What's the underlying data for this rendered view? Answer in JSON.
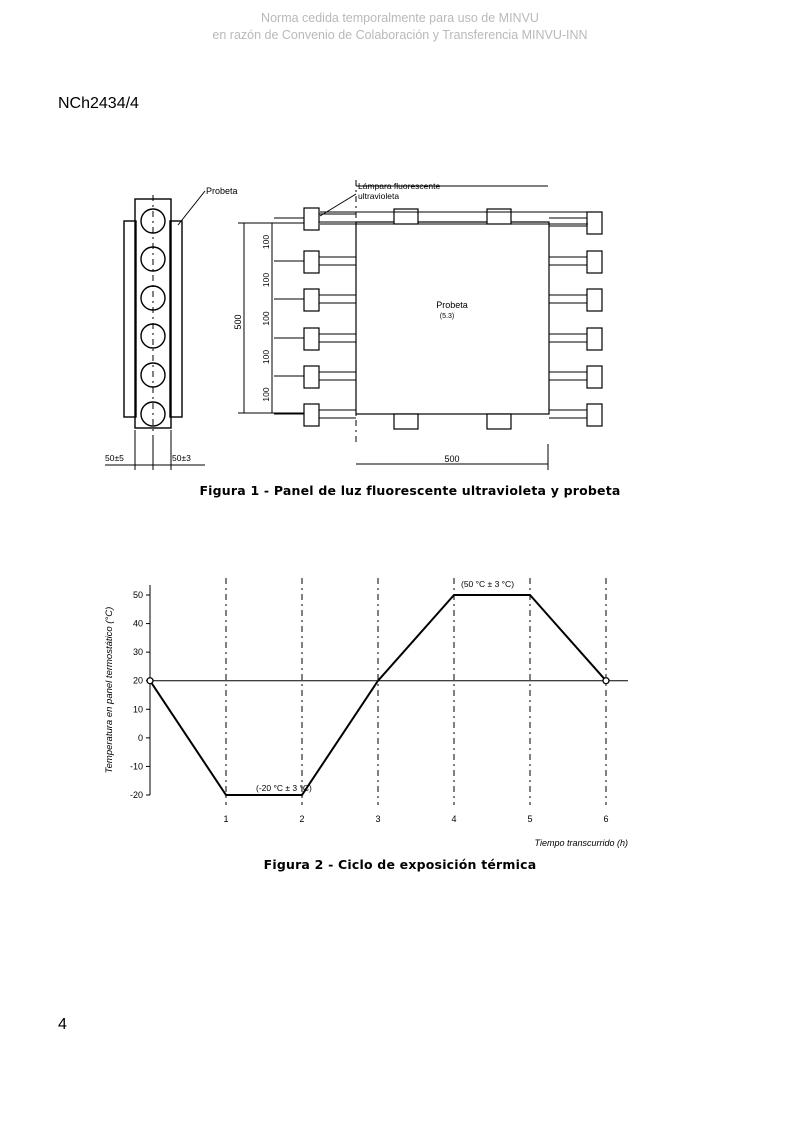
{
  "watermark": {
    "line1": "Norma cedida temporalmente para uso de MINVU",
    "line2": "en razón de Convenio de Colaboración y Transferencia MINVU-INN"
  },
  "header": {
    "standard_code": "NCh2434/4"
  },
  "figure1": {
    "caption": "Figura 1 - Panel de luz fluorescente ultravioleta y probeta",
    "label_probeta_side": "Probeta",
    "label_lamp_line1": "Lámpara fluorescente",
    "label_lamp_line2": "ultravioleta",
    "label_probeta_center": "Probeta",
    "label_probeta_center_sub": "(5.3)",
    "dim_vertical_total": "500",
    "dim_spacing": [
      "100",
      "100",
      "100",
      "100",
      "100"
    ],
    "dim_horizontal_total": "500",
    "dim_side_left": "50±5",
    "dim_side_right": "50±3"
  },
  "figure2": {
    "caption": "Figura 2 - Ciclo de exposición térmica",
    "ylabel": "Temperatura en panel termostático (°C)",
    "xlabel": "Tiempo transcurrido (h)",
    "annotation_low": "(-20 °C ± 3 °C)",
    "annotation_high": "(50 °C ± 3 °C)"
  },
  "chart_data": {
    "type": "line",
    "title": "",
    "xlabel": "Tiempo transcurrido (h)",
    "ylabel": "Temperatura en panel termostático (°C)",
    "x_ticks": [
      "1",
      "2",
      "3",
      "4",
      "5",
      "6"
    ],
    "y_ticks": [
      "50",
      "40",
      "30",
      "20",
      "10",
      "0",
      "-10",
      "-20"
    ],
    "xlim": [
      0,
      6
    ],
    "ylim": [
      -20,
      50
    ],
    "series": [
      {
        "x": [
          0,
          1,
          2,
          3,
          4,
          5,
          6
        ],
        "y": [
          20,
          -20,
          -20,
          20,
          50,
          50,
          20
        ]
      }
    ],
    "reference_line_y": 20,
    "grid": "vertical dashed lines at each hour"
  },
  "footer": {
    "page_number": "4"
  }
}
